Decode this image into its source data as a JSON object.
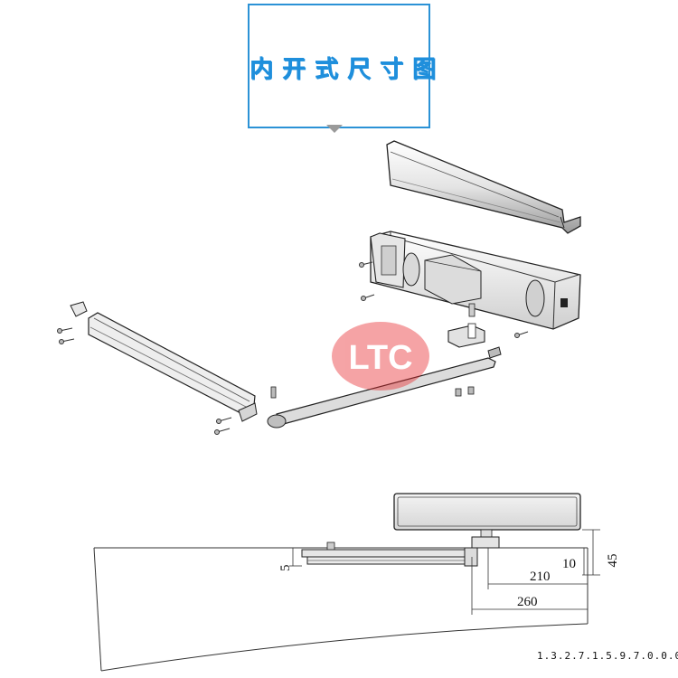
{
  "title": "内开式尺寸图",
  "watermark": "LTC",
  "dimensions": {
    "d5": "5",
    "d10": "10",
    "d45": "45",
    "d210": "210",
    "d260": "260"
  },
  "product_code": "1.3.2.7.1.5.9.7.0.0.0",
  "colors": {
    "title_blue": "#1f8fdc",
    "watermark_red": "#e8262a"
  }
}
